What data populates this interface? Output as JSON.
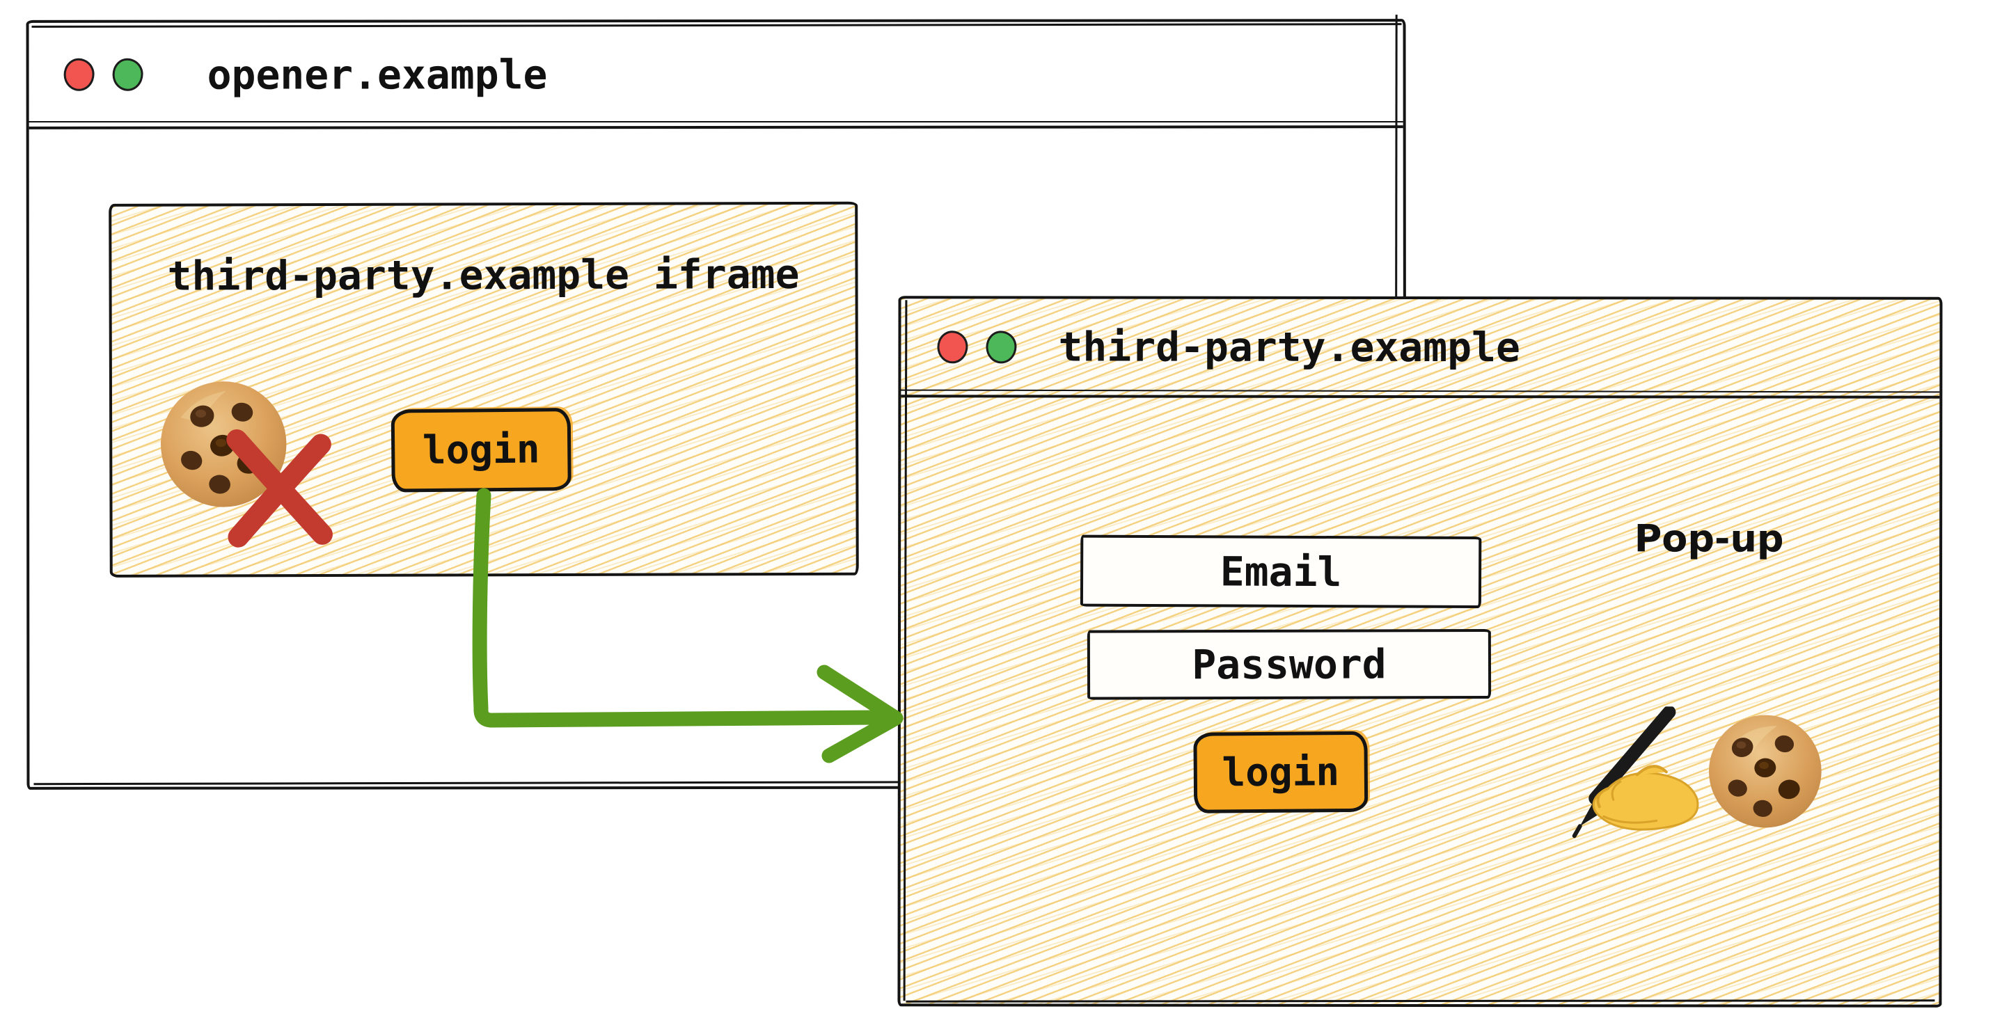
{
  "colors": {
    "ink": "#141414",
    "accent_orange": "#f6a61f",
    "arrow_green": "#5b9d1f",
    "blocked_red": "#c23b2e",
    "traffic_red": "#f25550",
    "traffic_green": "#4db85a",
    "hatch_line": "#f3ca6e",
    "paper": "#fffdf7"
  },
  "icons": {
    "traffic_red": "traffic-light-red-icon",
    "traffic_green": "traffic-light-green-icon",
    "cookie": "cookie-icon",
    "blocked_cross": "blocked-cross-icon",
    "writing_hand": "writing-hand-icon",
    "flow_arrow": "elbow-arrow-icon"
  },
  "opener_window": {
    "title": "opener.example",
    "iframe": {
      "label": "third-party.example iframe",
      "login_button_label": "login"
    }
  },
  "popup_window": {
    "title": "third-party.example",
    "annotation_label": "Pop-up",
    "fields": [
      {
        "label": "Email"
      },
      {
        "label": "Password"
      }
    ],
    "login_button_label": "login"
  }
}
